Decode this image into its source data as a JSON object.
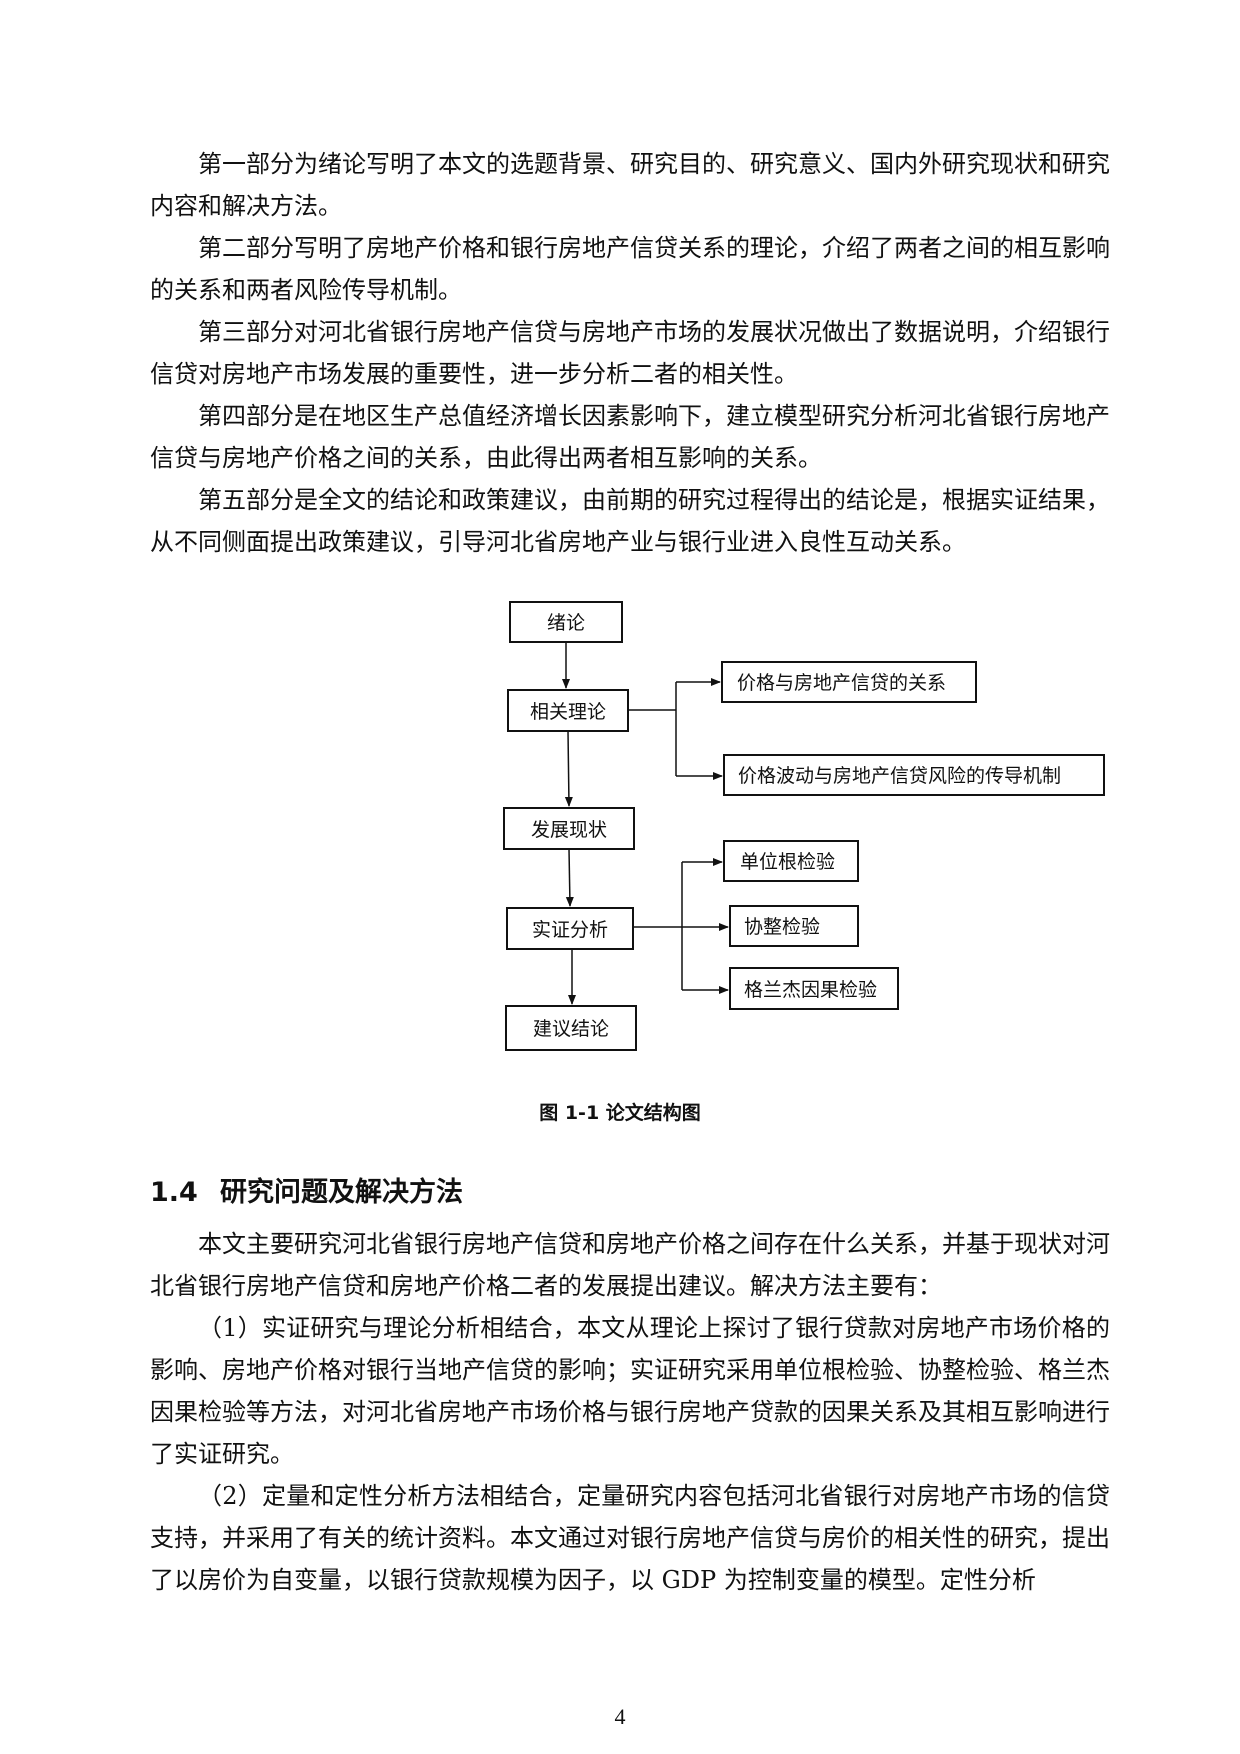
{
  "intro_paragraphs": [
    "第一部分为绪论写明了本文的选题背景、研究目的、研究意义、国内外研究现状和研究内容和解决方法。",
    "第二部分写明了房地产价格和银行房地产信贷关系的理论，介绍了两者之间的相互影响的关系和两者风险传导机制。",
    "第三部分对河北省银行房地产信贷与房地产市场的发展状况做出了数据说明，介绍银行信贷对房地产市场发展的重要性，进一步分析二者的相关性。",
    "第四部分是在地区生产总值经济增长因素影响下，建立模型研究分析河北省银行房地产信贷与房地产价格之间的关系，由此得出两者相互影响的关系。",
    "第五部分是全文的结论和政策建议，由前期的研究过程得出的结论是，根据实证结果，从不同侧面提出政策建议，引导河北省房地产业与银行业进入良性互动关系。"
  ],
  "diagram": {
    "main_boxes": [
      "绪论",
      "相关理论",
      "发展现状",
      "实证分析",
      "建议结论"
    ],
    "theory_branches": [
      "价格与房地产信贷的关系",
      "价格波动与房地产信贷风险的传导机制"
    ],
    "analysis_branches": [
      "单位根检验",
      "协整检验",
      "格兰杰因果检验"
    ]
  },
  "caption": "图  1-1  论文结构图",
  "section": {
    "number": "1.4",
    "title": "研究问题及解决方法"
  },
  "section_paragraphs": [
    "本文主要研究河北省银行房地产信贷和房地产价格之间存在什么关系，并基于现状对河北省银行房地产信贷和房地产价格二者的发展提出建议。解决方法主要有：",
    "（1）实证研究与理论分析相结合，本文从理论上探讨了银行贷款对房地产市场价格的影响、房地产价格对银行当地产信贷的影响；实证研究采用单位根检验、协整检验、格兰杰因果检验等方法，对河北省房地产市场价格与银行房地产贷款的因果关系及其相互影响进行了实证研究。",
    "（2）定量和定性分析方法相结合，定量研究内容包括河北省银行对房地产市场的信贷支持，并采用了有关的统计资料。本文通过对银行房地产信贷与房价的相关性的研究，提出了以房价为自变量，以银行贷款规模为因子，以 GDP 为控制变量的模型。定性分析"
  ],
  "page_number": "4"
}
